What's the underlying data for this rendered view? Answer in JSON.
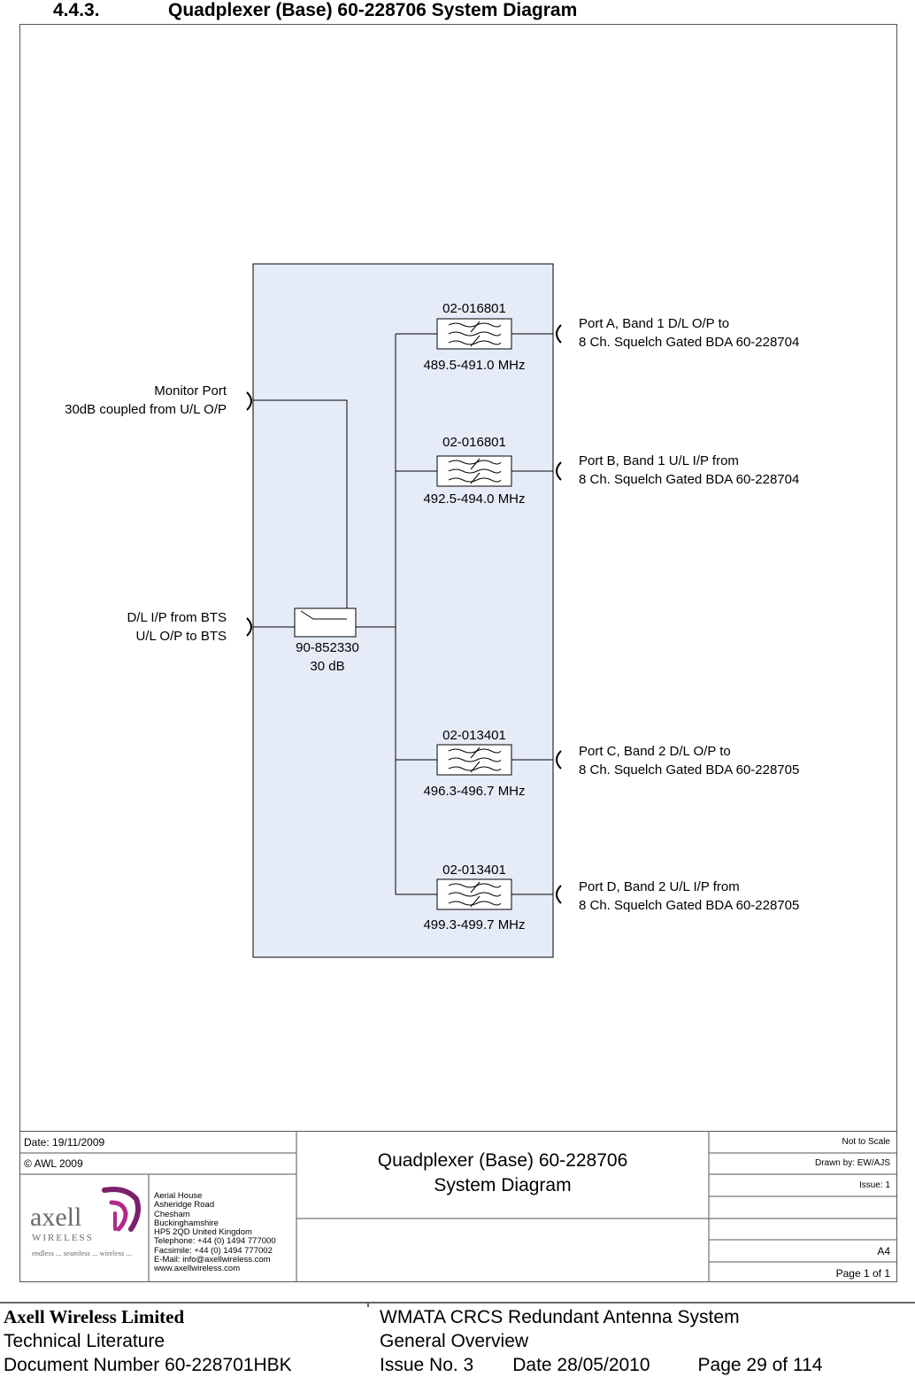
{
  "section": {
    "number": "4.4.3.",
    "title": "Quadplexer (Base) 60-228706 System Diagram"
  },
  "diagram": {
    "monitor_port": [
      "Monitor Port",
      "30dB coupled from U/L O/P"
    ],
    "bts_port": [
      "D/L I/P from BTS",
      "U/L O/P to BTS"
    ],
    "coupler": {
      "part": "90-852330",
      "value": "30 dB"
    },
    "filters": [
      {
        "part": "02-016801",
        "freq": "489.5-491.0 MHz",
        "port": [
          "Port A,  Band 1 D/L O/P to",
          "8 Ch. Squelch Gated BDA 60-228704"
        ]
      },
      {
        "part": "02-016801",
        "freq": "492.5-494.0 MHz",
        "port": [
          "Port B, Band 1 U/L I/P from",
          "8 Ch. Squelch Gated BDA 60-228704"
        ]
      },
      {
        "part": "02-013401",
        "freq": "496.3-496.7 MHz",
        "port": [
          "Port C, Band 2 D/L O/P to",
          "8 Ch. Squelch Gated BDA 60-228705"
        ]
      },
      {
        "part": "02-013401",
        "freq": "499.3-499.7 MHz",
        "port": [
          "Port D, Band 2 U/L I/P from",
          "8 Ch. Squelch Gated BDA 60-228705"
        ]
      }
    ],
    "colors": {
      "enclosure_fill": "#e6ecf7",
      "line": "#000000"
    }
  },
  "title_block": {
    "date": "Date: 19/11/2009",
    "copyright": "© AWL 2009",
    "title_line1": "Quadplexer (Base) 60-228706",
    "title_line2": "System Diagram",
    "not_to_scale": "Not to Scale",
    "drawn_by": "Drawn by: EW/AJS",
    "issue": "Issue: 1",
    "size": "A4",
    "page": "Page 1 of 1",
    "logo": {
      "name": "axell",
      "sub": "WIRELESS",
      "tagline": "endless ... seamless ... wireless ...",
      "colors": [
        "#7b1f6e",
        "#b02a8a"
      ]
    },
    "address": [
      "Aerial House",
      "Asheridge Road",
      "Chesham",
      "Buckinghamshire",
      "HP5 2QD United Kingdom",
      "Telephone: +44 (0) 1494 777000",
      "Facsimile: +44 (0) 1494 777002",
      "E-Mail: info@axellwireless.com",
      "www.axellwireless.com"
    ]
  },
  "footer": {
    "company": "Axell Wireless Limited",
    "lit": "Technical Literature",
    "docnum": "Document Number 60-228701HBK",
    "system": "WMATA CRCS Redundant Antenna System",
    "overview": "General Overview",
    "issue": "Issue No. 3",
    "date": "Date 28/05/2010",
    "page": "Page 29 of 114"
  }
}
